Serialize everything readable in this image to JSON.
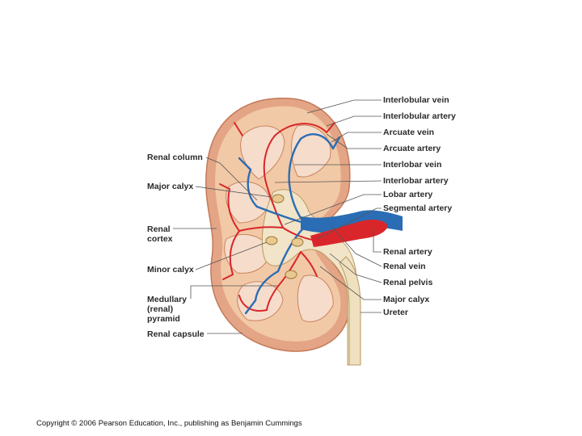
{
  "labels_left": {
    "renal_column": "Renal column",
    "major_calyx": "Major calyx",
    "renal_cortex": "Renal\ncortex",
    "minor_calyx": "Minor calyx",
    "medullary_pyramid": "Medullary\n(renal)\npyramid",
    "renal_capsule": "Renal capsule"
  },
  "labels_right": {
    "interlobular_vein": "Interlobular vein",
    "interlobular_artery": "Interlobular artery",
    "arcuate_vein": "Arcuate vein",
    "arcuate_artery": "Arcuate artery",
    "interlobar_vein": "Interlobar vein",
    "interlobar_artery": "Interlobar artery",
    "lobar_artery": "Lobar artery",
    "segmental_artery": "Segmental artery",
    "renal_artery": "Renal artery",
    "renal_vein": "Renal vein",
    "renal_pelvis": "Renal pelvis",
    "major_calyx": "Major calyx",
    "ureter": "Ureter"
  },
  "copyright": "Copyright © 2006 Pearson Education, Inc., publishing as Benjamin Cummings",
  "colors": {
    "artery": "#d9262b",
    "vein": "#2a6db5",
    "capsule": "#e3a585",
    "cortex": "#f2c9a6",
    "pyramid": "#f6dccb",
    "pelvis": "#f1e4c8",
    "leader": "#555555"
  }
}
